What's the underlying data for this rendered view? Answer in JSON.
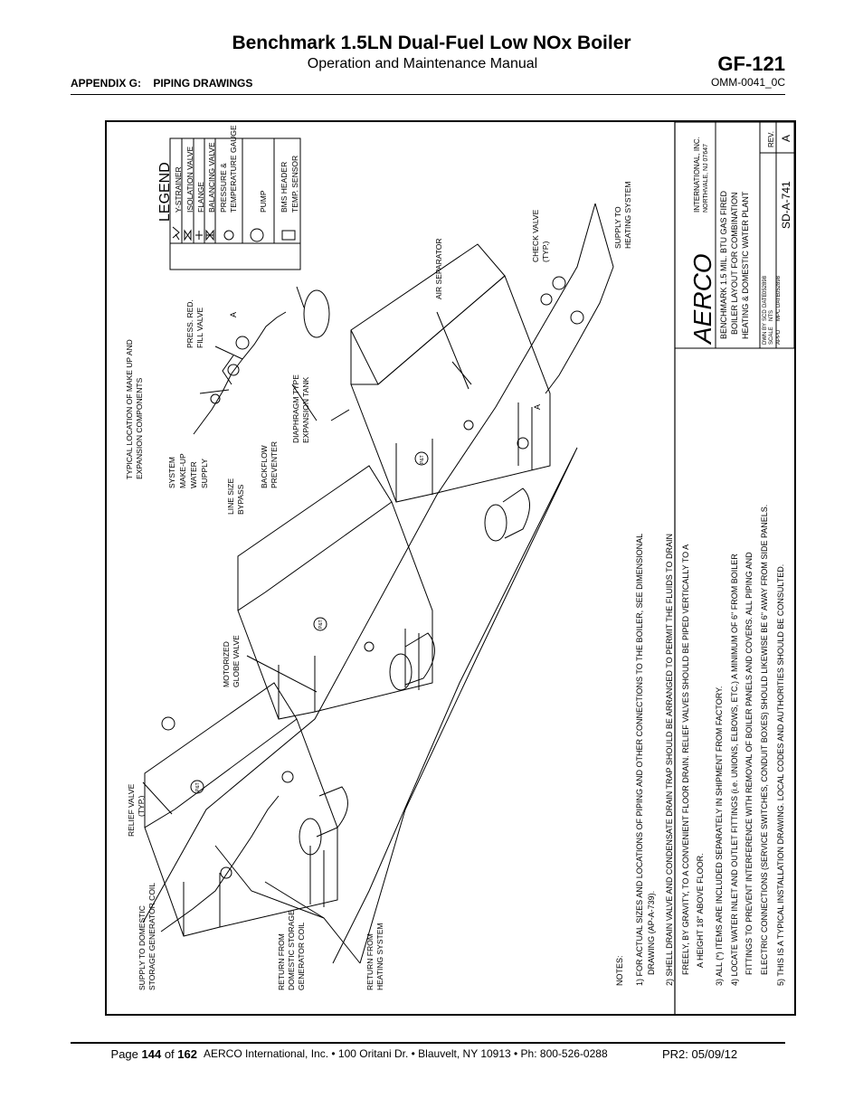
{
  "header": {
    "title": "Benchmark 1.5LN Dual-Fuel Low NOx Boiler",
    "subtitle": "Operation and Maintenance Manual",
    "doc_code": "GF-121",
    "appendix": "APPENDIX G:    PIPING DRAWINGS",
    "doc_number": "OMM-0041_0C"
  },
  "legend": {
    "title": "LEGEND",
    "items": [
      "Y-STRAINER",
      "ISOLATION VALVE",
      "FLANGE",
      "BALANCING VALVE",
      "PRESSURE &",
      "TEMPERATURE GAUGE",
      "PUMP",
      "BMS HEADER",
      "TEMP. SENSOR"
    ]
  },
  "labels": {
    "makeup_location_1": "TYPICAL LOCATION OF MAKE UP AND",
    "makeup_location_2": "EXPANSION COMPONENTS",
    "press_red_1": "PRESS. RED.",
    "press_red_2": "FILL VALVE",
    "air_separator": "AIR SEPARATOR",
    "check_valve_1": "CHECK VALVE",
    "check_valve_2": "(TYP.)",
    "supply_heating_1": "SUPPLY TO",
    "supply_heating_2": "HEATING SYSTEM",
    "system_makeup_1": "SYSTEM",
    "system_makeup_2": "MAKE-UP",
    "system_makeup_3": "WATER",
    "system_makeup_4": "SUPPLY",
    "line_bypass_1": "LINE SIZE",
    "line_bypass_2": "BYPASS",
    "backflow_1": "BACKFLOW",
    "backflow_2": "PREVENTER",
    "diaphragm_1": "DIAPHRAGM TYPE",
    "diaphragm_2": "EXPANSION TANK",
    "motorized_1": "MOTORIZED",
    "motorized_2": "GLOBE VALVE",
    "relief_1": "RELIEF VALVE",
    "relief_2": "(TYP.)",
    "supply_domestic_1": "SUPPLY TO DOMESTIC",
    "supply_domestic_2": "STORAGE GENERATOR COIL",
    "return_domestic_1": "RETURN FROM",
    "return_domestic_2": "DOMESTIC STORAGE",
    "return_domestic_3": "GENERATOR COIL",
    "return_heating_1": "RETURN FROM",
    "return_heating_2": "HEATING SYSTEM",
    "callout_a": "A",
    "gauge": "P&T"
  },
  "notes": {
    "title": "NOTES:",
    "lines": [
      "1) FOR ACTUAL SIZES AND LOCATIONS OF PIPING AND OTHER CONNECTIONS TO THE BOILER, SEE DIMENSIONAL",
      "DRAWING (AP-A-739).",
      "2) SHELL DRAIN VALVE AND CONDENSATE DRAIN TRAP SHOULD BE ARRANGED TO PERMIT THE FLUIDS TO DRAIN",
      "FREELY, BY GRAVITY, TO A CONVENIENT FLOOR DRAIN.  RELIEF VALVES SHOULD BE PIPED VERTICALLY TO A",
      "A HEIGHT 18\" ABOVE FLOOR.",
      "3) ALL (*) ITEMS ARE INCLUDED SEPARATELY IN SHIPMENT FROM FACTORY.",
      "4) LOCATE WATER INLET AND OUTLET FITTINGS (i.e. UNIONS, ELBOWS, ETC.) A MINIMUM OF 6\" FROM BOILER",
      "FITTINGS TO PREVENT INTERFERENCE WITH REMOVAL OF BOILER PANELS AND COVERS.  ALL PIPING AND",
      "ELECTRIC CONNECTIONS (SERVICE SWITCHES, CONDUIT BOXES) SHOULD LIKEWISE BE 6\" AWAY FROM SIDE PANELS.",
      "5) THIS IS A TYPICAL INSTALLATION DRAWING.  LOCAL CODES AND AUTHORITIES SHOULD BE CONSULTED."
    ]
  },
  "title_block": {
    "logo": "AERCO",
    "company_1": "INTERNATIONAL, INC.",
    "company_2": "NORTHVALE, NJ   07647",
    "desc_1": "BENCHMARK 1.5 MIL. BTU GAS FIRED",
    "desc_2": "BOILER LAYOUT FOR COMBINATION",
    "desc_3": "HEATING & DOMESTIC WATER PLANT",
    "dwn_by_label": "DWN BY",
    "dwn_by": "SCD",
    "date_label": "DATE",
    "dwn_date": "052898",
    "scale_label": "SCALE",
    "scale": "NTS",
    "appd_label": "APPD",
    "appd": "MPC",
    "appd_date": "052898",
    "drawing_no": "SD-A-741",
    "rev_label": "REV.",
    "rev": "A"
  },
  "footer": {
    "page_prefix": "Page ",
    "page_num": "144",
    "page_of": " of ",
    "page_total": "162",
    "address": "AERCO International, Inc. • 100 Oritani Dr. •  Blauvelt, NY 10913 • Ph: 800-526-0288",
    "revision": "PR2: 05/09/12"
  }
}
